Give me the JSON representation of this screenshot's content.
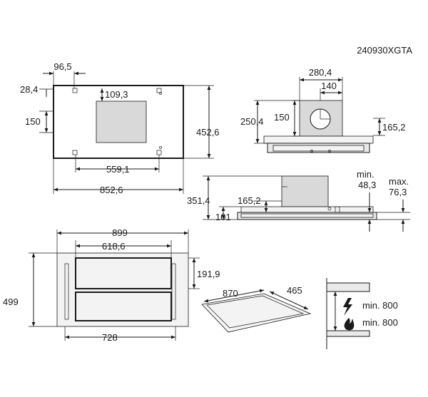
{
  "model_code": "240930XGTA",
  "top_view": {
    "dims": [
      "96,5",
      "28,4",
      "109,3",
      "150",
      "452,6",
      "559,1",
      "852,6"
    ]
  },
  "side_view": {
    "dims": [
      "280,4",
      "140",
      "250,4",
      "150",
      "165,2"
    ]
  },
  "front_view": {
    "dims": [
      "351,4",
      "165,2",
      "101",
      "min.",
      "48,3",
      "max.",
      "76,3"
    ]
  },
  "cutout_view": {
    "dims": [
      "899",
      "618,6",
      "499",
      "191,9",
      "728"
    ]
  },
  "panel_view": {
    "dims": [
      "870",
      "465"
    ]
  },
  "clearance": {
    "electric_label": "min. 800",
    "gas_label": "min. 800"
  }
}
